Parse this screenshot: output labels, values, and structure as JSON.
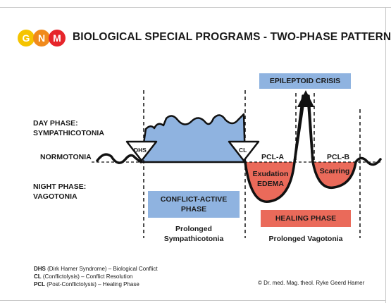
{
  "logo": {
    "letters": [
      "G",
      "N",
      "M"
    ],
    "colors": [
      "#f5c400",
      "#f08a1c",
      "#e6252b"
    ]
  },
  "title": "BIOLOGICAL SPECIAL PROGRAMS - TWO-PHASE PATTERN",
  "labels": {
    "day_phase": [
      "DAY PHASE:",
      "SYMPATHICOTONIA"
    ],
    "normotonia": "NORMOTONIA",
    "night_phase": [
      "NIGHT PHASE:",
      "VAGOTONIA"
    ]
  },
  "markers": {
    "dhs": "DHS",
    "cl": "CL",
    "pcl_a": "PCL-A",
    "pcl_b": "PCL-B",
    "exudation": [
      "Exudation",
      "EDEMA"
    ],
    "scarring": "Scarring"
  },
  "boxes": {
    "epileptoid": "EPILEPTOID CRISIS",
    "conflict_active": [
      "CONFLICT-ACTIVE",
      "PHASE"
    ],
    "healing": "HEALING PHASE"
  },
  "captions": {
    "sympathicotonia": [
      "Prolonged",
      "Sympathicotonia"
    ],
    "vagotonia": "Prolonged Vagotonia"
  },
  "legend": [
    {
      "abbr": "DHS",
      "text": " (Dirk Hamer Syndrome) – Biological Conflict"
    },
    {
      "abbr": "CL",
      "text": " (Conflictolysis) – Conflict Resolution"
    },
    {
      "abbr": "PCL",
      "text": " (Post-Conflictolysis) – Healing Phase"
    }
  ],
  "copyright": "© Dr. med. Mag. theol. Ryke Geerd Hamer",
  "colors": {
    "blue_fill": "#8fb3e0",
    "red_fill": "#ea6a5a",
    "box_blue": "#8fb3e0",
    "box_red": "#ea6a5a"
  }
}
